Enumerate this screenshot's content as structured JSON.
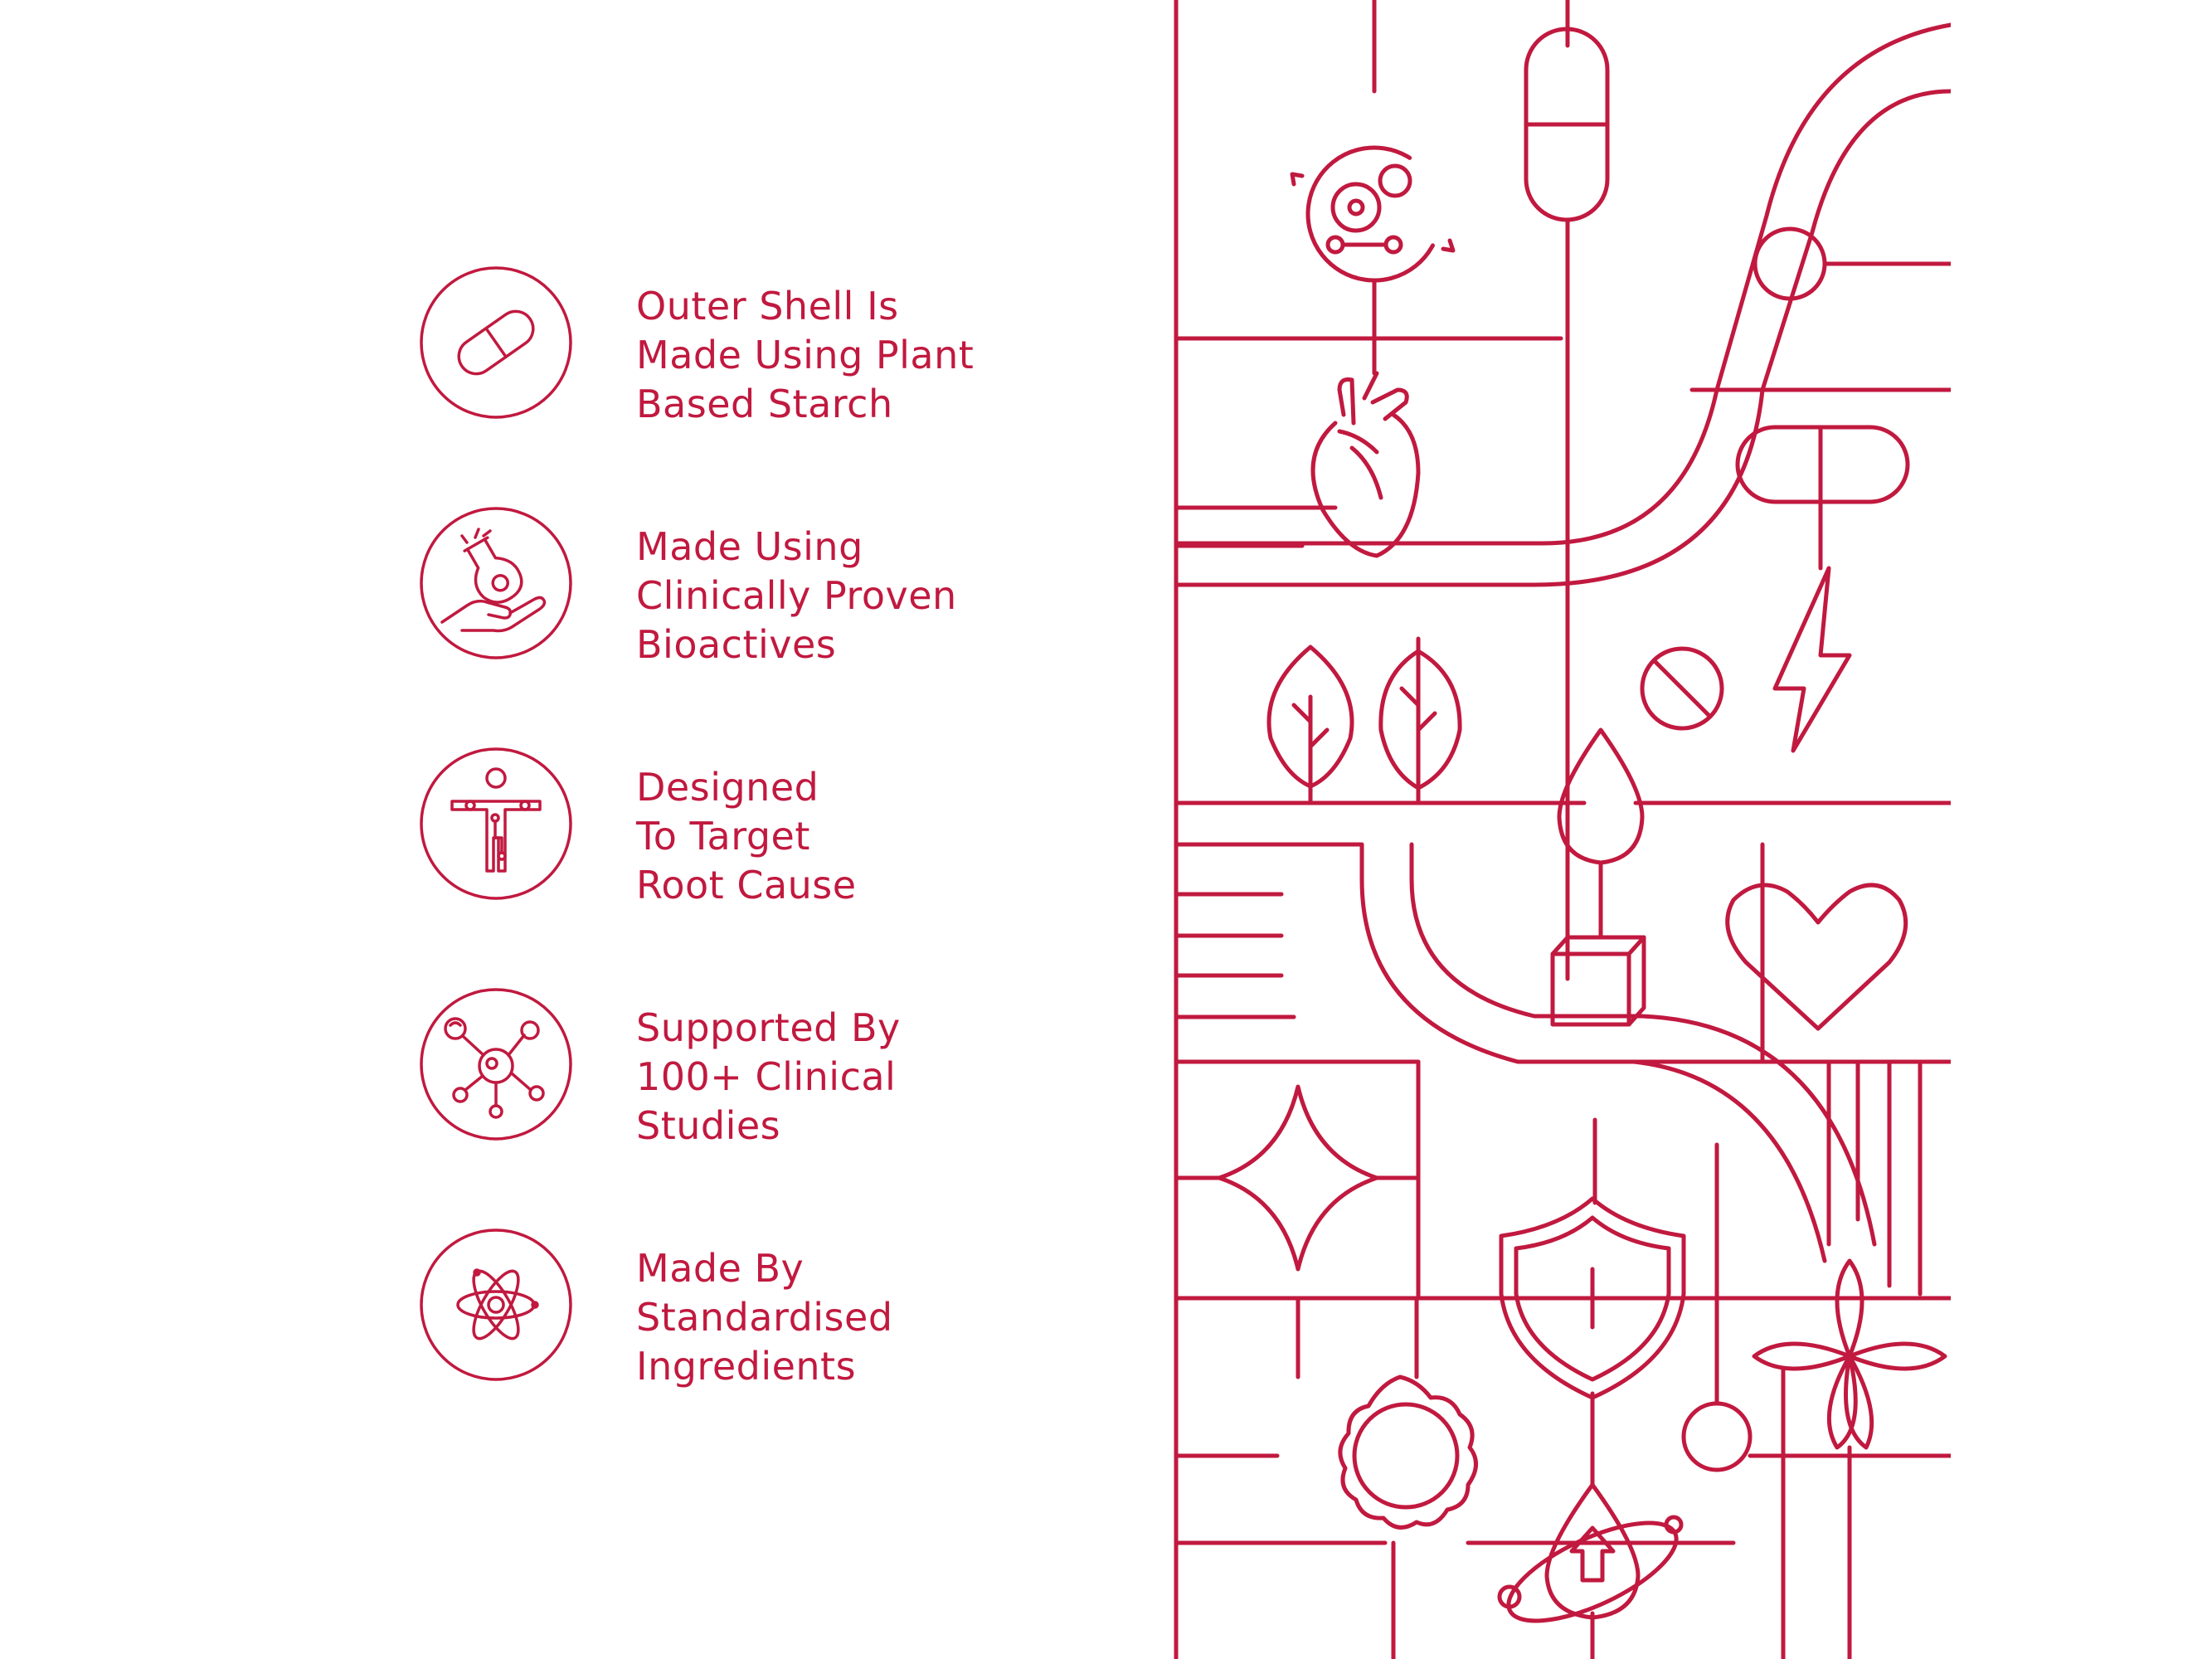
{
  "colors": {
    "accent": "#c1193f",
    "background": "#ffffff"
  },
  "features": [
    {
      "icon": "capsule-icon",
      "lines": [
        "Outer Shell Is",
        "Made Using Plant",
        "Based Starch"
      ]
    },
    {
      "icon": "flask-in-hand-icon",
      "lines": [
        "Made Using",
        "Clinically Proven",
        "Bioactives"
      ]
    },
    {
      "icon": "human-body-target-icon",
      "lines": [
        "Designed",
        "To Target",
        "Root Cause"
      ]
    },
    {
      "icon": "molecule-network-icon",
      "lines": [
        "Supported By",
        "100+ Clinical",
        "Studies"
      ]
    },
    {
      "icon": "atom-icon",
      "lines": [
        "Made By",
        "Standardised",
        "Ingredients"
      ]
    }
  ],
  "pattern_icons": [
    "capsule-icon",
    "cell-cycle-icon",
    "heart-organ-icon",
    "pill-icon",
    "lightning-icon",
    "no-symbol-icon",
    "leaf-icon",
    "leaf-icon",
    "drop-icon",
    "cube-icon",
    "heart-icon",
    "sparkle-icon",
    "shield-plus-icon",
    "flower-icon",
    "badge-icon",
    "drop-arrow-orbit-icon"
  ]
}
